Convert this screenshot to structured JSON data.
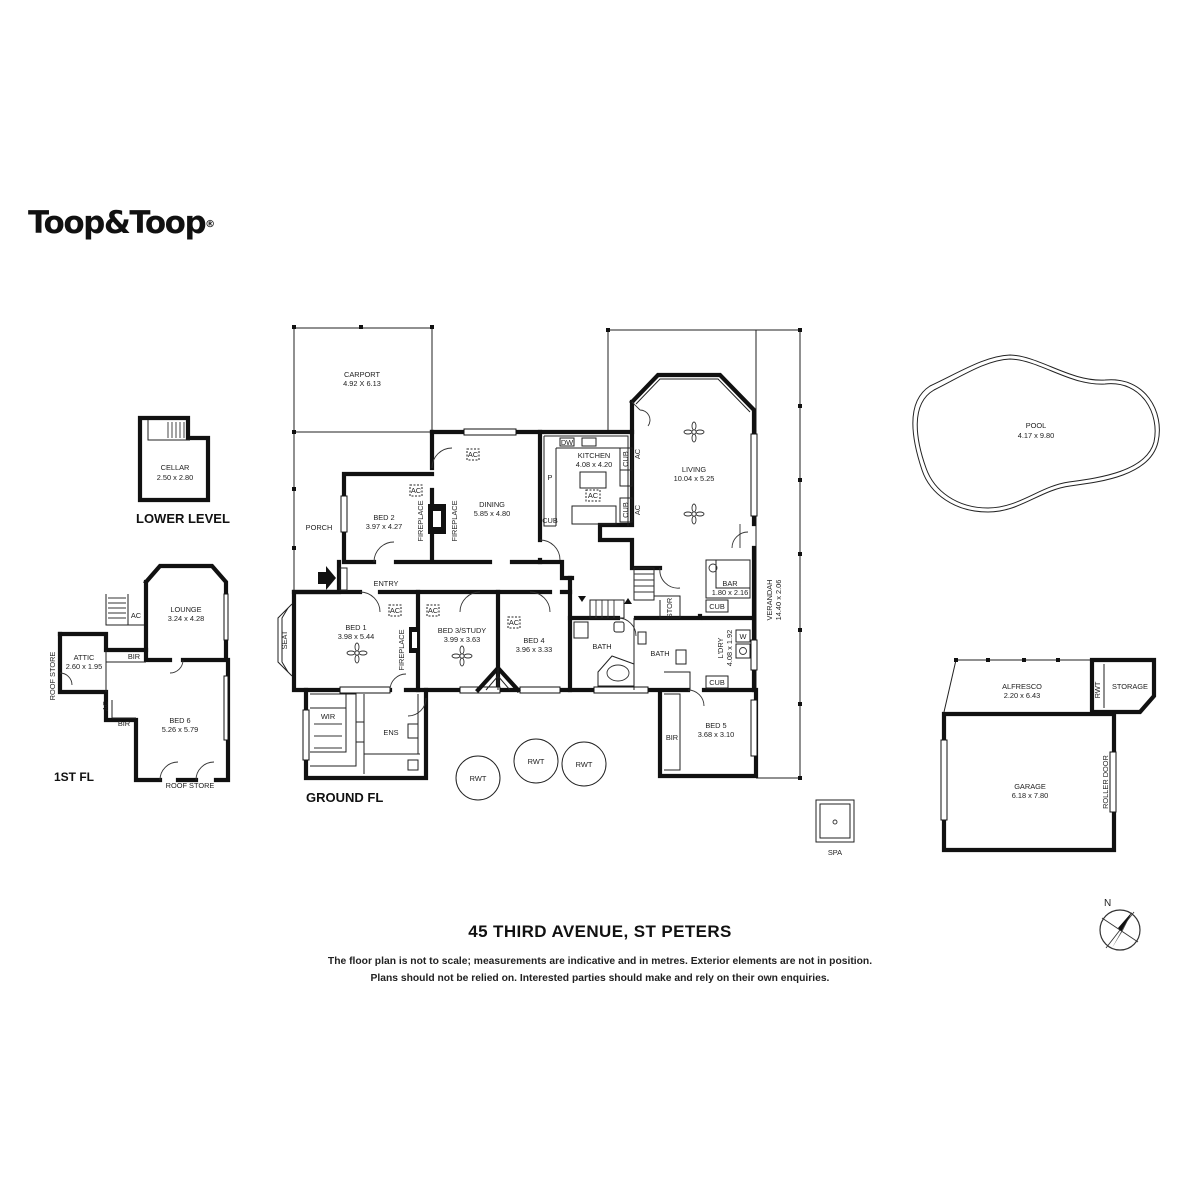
{
  "brand": {
    "logo_text": "Toop&Toop",
    "logo_mark": "®"
  },
  "title": "45 THIRD AVENUE, ST PETERS",
  "disclaimer": [
    "The floor plan is not to scale; measurements are indicative and in metres. Exterior elements are not in position.",
    "Plans should not be relied on. Interested parties should make and rely on their own enquiries."
  ],
  "levels": {
    "lower": "LOWER LEVEL",
    "first": "1ST FL",
    "ground": "GROUND FL"
  },
  "compass": {
    "north": "N"
  },
  "rooms": {
    "cellar": {
      "name": "CELLAR",
      "size": "2.50 x 2.80"
    },
    "lounge": {
      "name": "LOUNGE",
      "size": "3.24 x 4.28"
    },
    "attic": {
      "name": "ATTIC",
      "size": "2.60 x 1.95"
    },
    "bed6": {
      "name": "BED 6",
      "size": "5.26 x 5.79"
    },
    "carport": {
      "name": "CARPORT",
      "size": "4.92 X 6.13"
    },
    "bed2": {
      "name": "BED 2",
      "size": "3.97 x 4.27"
    },
    "dining": {
      "name": "DINING",
      "size": "5.85 x 4.80"
    },
    "kitchen": {
      "name": "KITCHEN",
      "size": "4.08 x 4.20"
    },
    "living": {
      "name": "LIVING",
      "size": "10.04 x 5.25"
    },
    "bed1": {
      "name": "BED 1",
      "size": "3.98 x 5.44"
    },
    "bed3": {
      "name": "BED 3/STUDY",
      "size": "3.99 x 3.63"
    },
    "bed4": {
      "name": "BED 4",
      "size": "3.96 x 3.33"
    },
    "bar": {
      "name": "BAR",
      "size": "1.80 x 2.16"
    },
    "laundry": {
      "name": "L'DRY",
      "size": "4.08 x 1.92"
    },
    "bed5": {
      "name": "BED 5",
      "size": "3.68 x 3.10"
    },
    "verandah": {
      "name": "VERANDAH",
      "size": "14.40 x 2.06"
    },
    "pool": {
      "name": "POOL",
      "size": "4.17 x 9.80"
    },
    "alfresco": {
      "name": "ALFRESCO",
      "size": "2.20 x 6.43"
    },
    "garage": {
      "name": "GARAGE",
      "size": "6.18 x 7.80"
    }
  },
  "labels": {
    "ac": "AC",
    "bir": "BIR",
    "roof_store": "ROOF STORE",
    "porch": "PORCH",
    "entry": "ENTRY",
    "seat": "SEAT",
    "fireplace": "FIREPLACE",
    "wir": "WIR",
    "ens": "ENS",
    "bath": "BATH",
    "stor": "STOR",
    "cub": "CUB",
    "dw": "DW",
    "p": "P",
    "w": "W",
    "rwt": "RWT",
    "spa": "SPA",
    "storage": "STORAGE",
    "roller_door": "ROLLER DOOR"
  }
}
